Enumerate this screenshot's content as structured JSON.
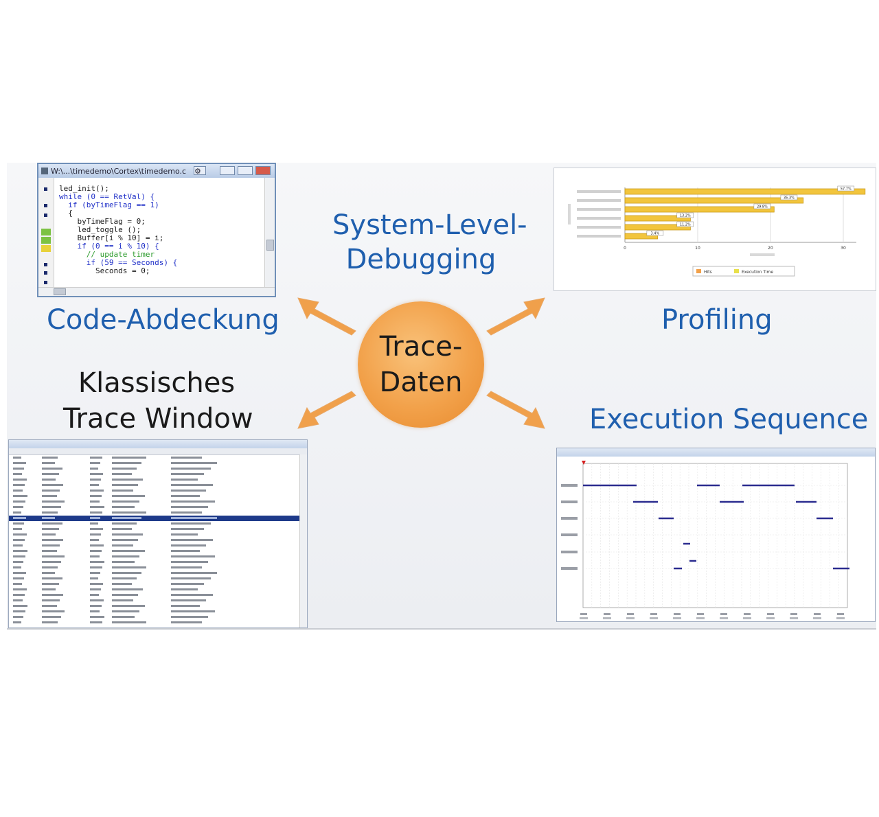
{
  "labels": {
    "system_level_line1": "System-Level-",
    "system_level_line2": "Debugging",
    "code_coverage": "Code-Abdeckung",
    "profiling": "Profiling",
    "classic_line1": "Klassisches",
    "classic_line2": "Trace Window",
    "execution_sequence": "Execution Sequence",
    "center_line1": "Trace-",
    "center_line2": "Daten"
  },
  "code_window": {
    "title": "W:\\...\\timedemo\\Cortex\\timedemo.c",
    "lines": [
      "led_init();",
      "",
      "while (0 == RetVal) {",
      "  if (byTimeFlag == 1)",
      "  {",
      "    byTimeFlag = 0;",
      "    led_toggle ();",
      "    Buffer[i % 10] = i;",
      "    if (0 == i % 10) {",
      "      // update timer",
      "      if (59 == Seconds) {",
      "        Seconds = 0;"
    ]
  },
  "profiling": {
    "legend": [
      "Hits",
      "Execution Time"
    ],
    "bar_labels": [
      "57.7%",
      "35.3%",
      "29.8%",
      "13.2%",
      "11.2%",
      "3.4%"
    ],
    "x_ticks": [
      "0",
      "10",
      "20",
      "30"
    ],
    "bar_values": [
      33,
      24.5,
      20.5,
      9,
      9,
      4.5
    ]
  },
  "colors": {
    "blue_label": "#1f5fae",
    "arrow": "#f0a04b",
    "bar_fill": "#f2c53d",
    "timeline": "#2b2c8f",
    "trace_selected": "#1e3a8a"
  }
}
